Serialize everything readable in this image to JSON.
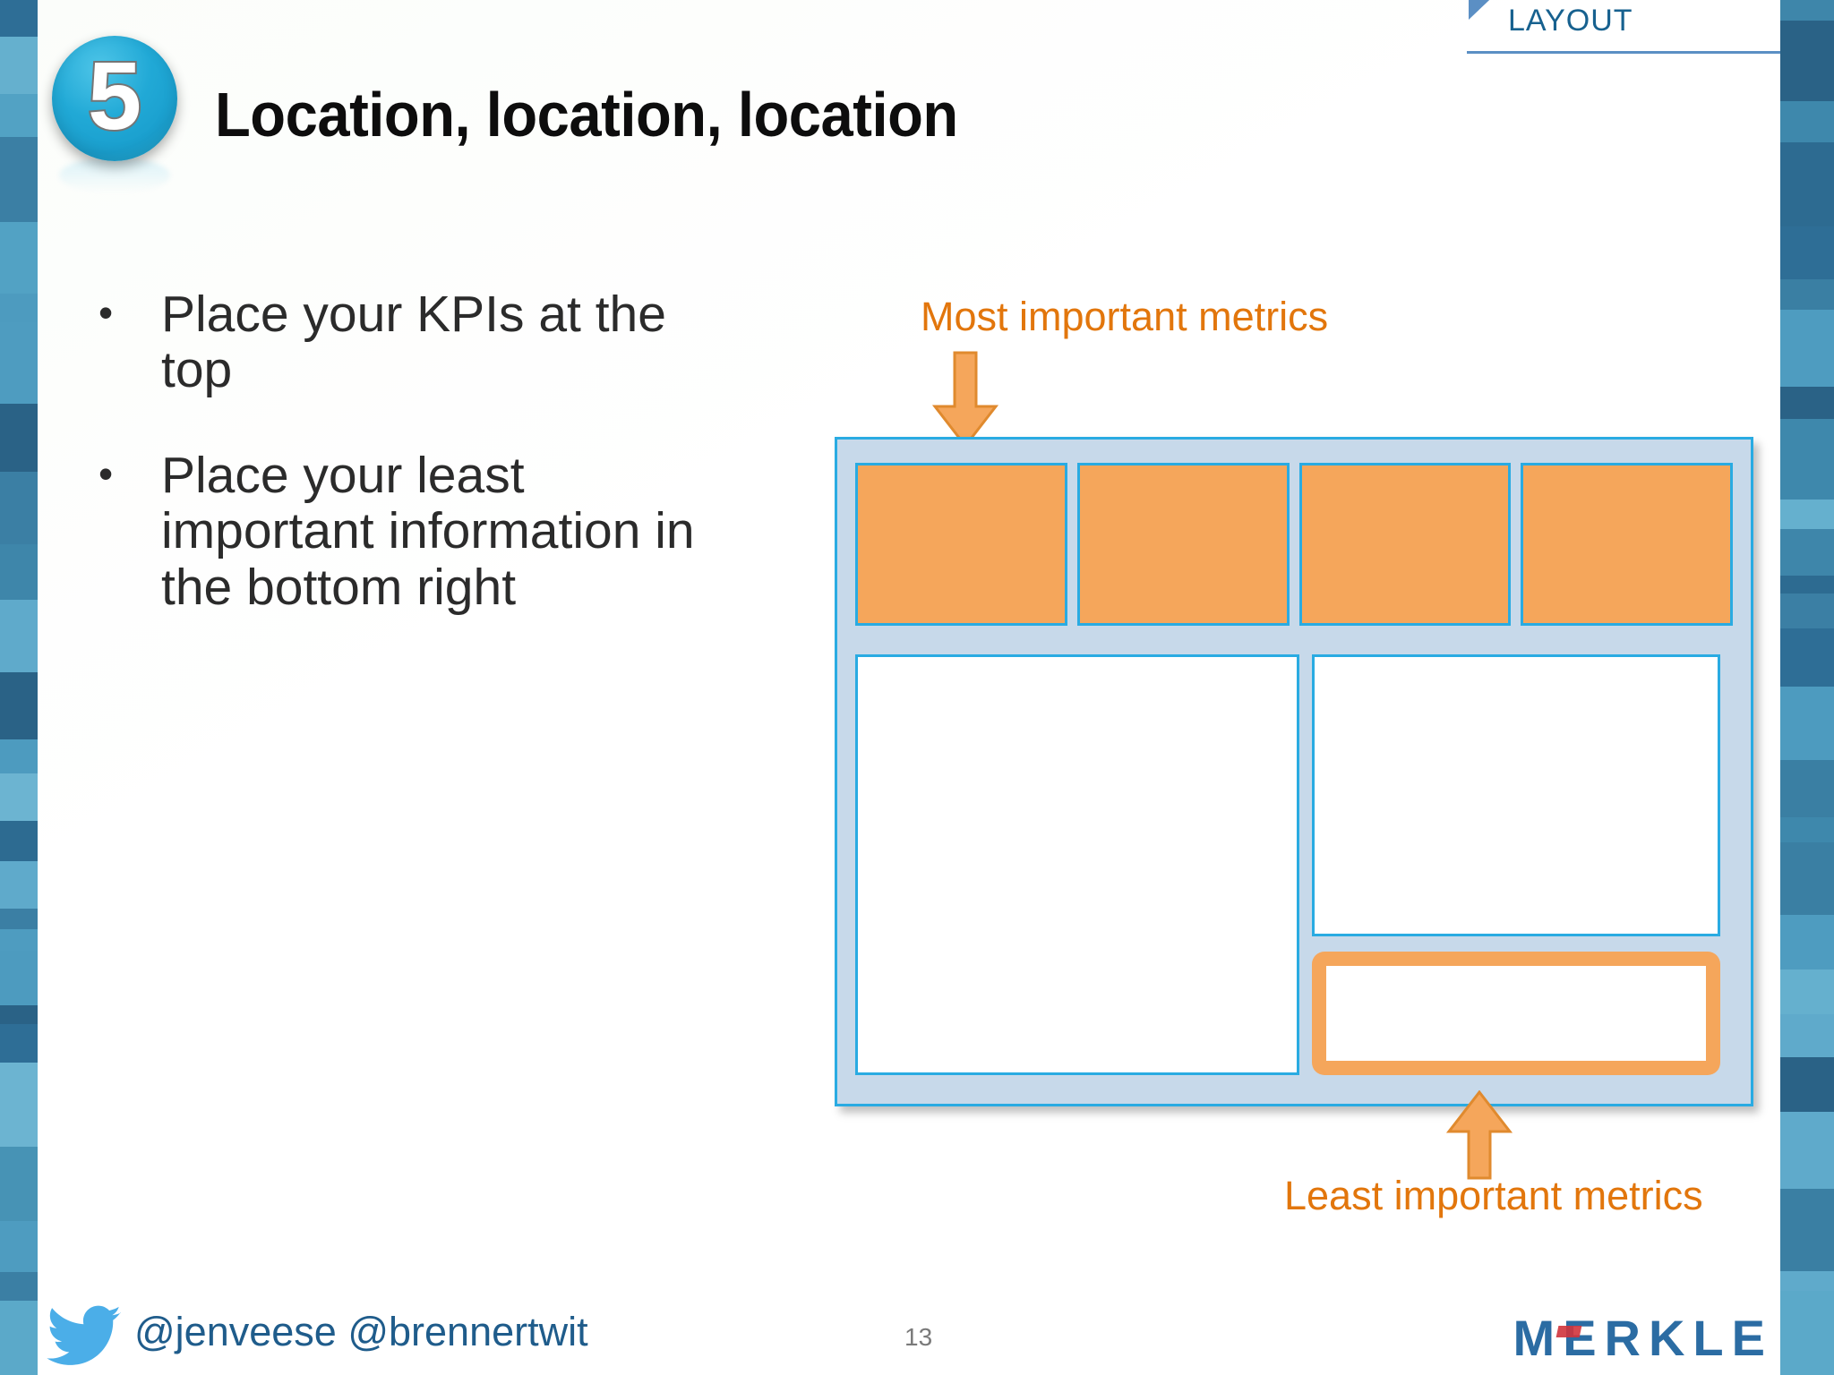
{
  "header": {
    "layout_tag": "LAYOUT",
    "badge_number": "5",
    "title": "Location, location, location"
  },
  "bullets": [
    {
      "marker": "•",
      "text": "Place your KPIs at the top"
    },
    {
      "marker": "•",
      "text": "Place your least important information in the bottom right"
    }
  ],
  "diagram": {
    "annotation_top": "Most important metrics",
    "annotation_bottom": "Least important metrics",
    "kpi_boxes": [
      {
        "label": ""
      },
      {
        "label": ""
      },
      {
        "label": ""
      },
      {
        "label": ""
      }
    ],
    "panels": [
      {
        "name": "left-large-panel",
        "label": ""
      },
      {
        "name": "right-top-panel",
        "label": ""
      },
      {
        "name": "right-bottom-highlighted-panel",
        "label": ""
      }
    ],
    "colors": {
      "accent_orange": "#F5A65B",
      "annotation_orange": "#E2760C",
      "panel_border_blue": "#29ABE2",
      "container_fill": "#C7D9EA"
    }
  },
  "footer": {
    "twitter_handles": "@jenveese @brennertwit",
    "page_number": "13",
    "logo_prefix": "M",
    "logo_accent": "E",
    "logo_suffix": "RKLE"
  }
}
